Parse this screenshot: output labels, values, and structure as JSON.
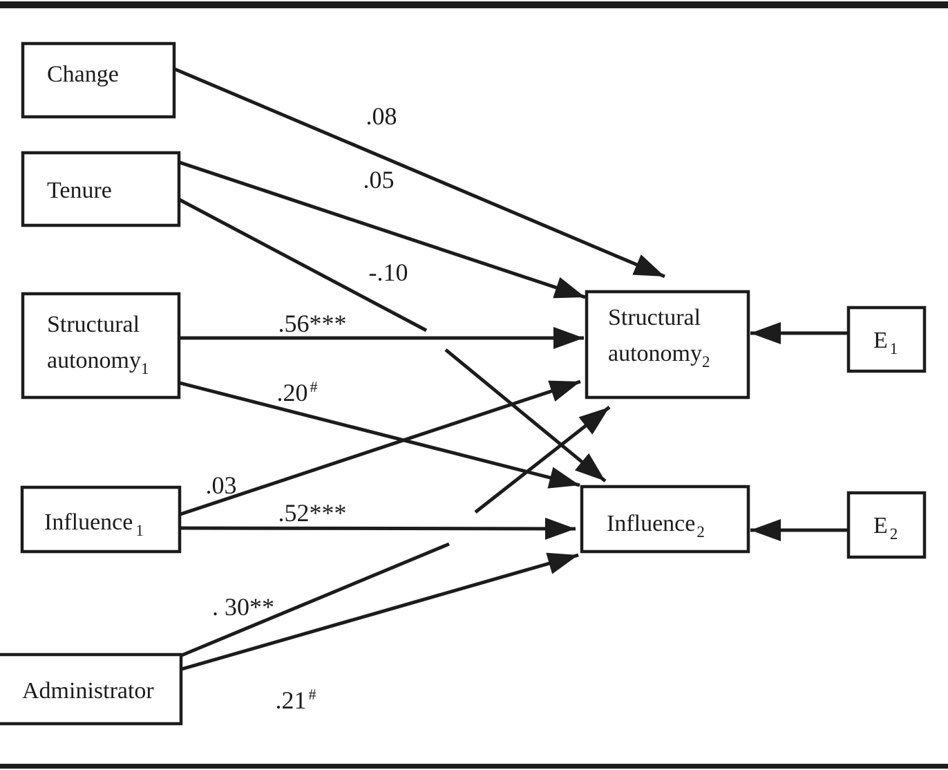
{
  "figure": {
    "type": "structural-equation-path-diagram",
    "colors": {
      "ink": "#1c1c1c",
      "background": "#ffffff"
    },
    "boxes": {
      "change": {
        "label": "Change"
      },
      "tenure": {
        "label": "Tenure"
      },
      "sa1": {
        "line1": "Structural",
        "line2": "autonomy",
        "sub": "1"
      },
      "inf1": {
        "base": "Influence",
        "sub": "1"
      },
      "admin": {
        "label": "Administrator"
      },
      "sa2": {
        "line1": "Structural",
        "line2": "autonomy",
        "sub": "2"
      },
      "inf2": {
        "base": "Influence",
        "sub": "2"
      },
      "e1": {
        "base": "E",
        "sub": "1"
      },
      "e2": {
        "base": "E",
        "sub": "2"
      }
    },
    "paths": {
      "change_sa2": {
        "from": "Change",
        "to": "Structural autonomy 2",
        "coef": ".08"
      },
      "tenure_sa2": {
        "from": "Tenure",
        "to": "Structural autonomy 2",
        "coef": ".05"
      },
      "tenure_inf2": {
        "from": "Tenure",
        "to": "Influence 2",
        "coef": "-.10"
      },
      "sa1_sa2": {
        "from": "Structural autonomy 1",
        "to": "Structural autonomy 2",
        "coef": ".56***"
      },
      "sa1_inf2": {
        "from": "Structural autonomy 1",
        "to": "Influence 2",
        "coef": ".20",
        "sup": "#"
      },
      "inf1_sa2": {
        "from": "Influence 1",
        "to": "Structural autonomy 2",
        "coef": ".03"
      },
      "inf1_inf2": {
        "from": "Influence 1",
        "to": "Influence 2",
        "coef": ".52***"
      },
      "admin_sa2": {
        "from": "Administrator",
        "to": "Structural autonomy 2",
        "coef": ". 30**"
      },
      "admin_inf2": {
        "from": "Administrator",
        "to": "Influence 2",
        "coef": ".21",
        "sup": "#"
      },
      "e1_sa2": {
        "from": "E 1",
        "to": "Structural autonomy 2"
      },
      "e2_inf2": {
        "from": "E 2",
        "to": "Influence 2"
      }
    }
  }
}
